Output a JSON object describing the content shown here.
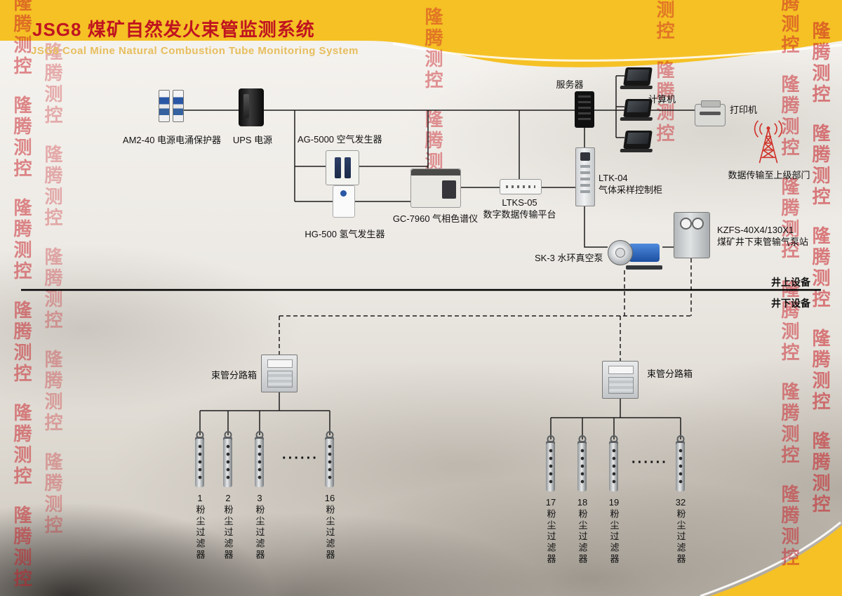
{
  "header": {
    "title": "JSG8 煤矿自然发火束管监测系统",
    "subtitle": "JSG8 Coal Mine Natural Combustion Tube Monitoring System"
  },
  "watermark": {
    "text": "隆腾测控"
  },
  "labels": {
    "surge": "AM2-40 电源电涌保护器",
    "ups": "UPS 电源",
    "air_gen": "AG-5000 空气发生器",
    "h2_gen": "HG-500 氢气发生器",
    "gc": "GC-7960 气相色谱仪",
    "ltks_line1": "LTKS-05",
    "ltks_line2": "数字数据传输平台",
    "server": "服务器",
    "computer": "计算机",
    "printer": "打印机",
    "antenna": "数据传输至上级部门",
    "ltk_line1": "LTK-04",
    "ltk_line2": "气体采样控制柜",
    "kzfs_line1": "KZFS-40X4/130X1",
    "kzfs_line2": "煤矿井下束管输气泵站",
    "sk3": "SK-3 水环真空泵",
    "branch_left": "束管分路箱",
    "branch_right": "束管分路箱",
    "surface": "井上设备",
    "underground": "井下设备",
    "dots": "······"
  },
  "filters": {
    "left": [
      {
        "num": "1",
        "name": "粉尘过滤器"
      },
      {
        "num": "2",
        "name": "粉尘过滤器"
      },
      {
        "num": "3",
        "name": "粉尘过滤器"
      },
      {
        "num": "16",
        "name": "粉尘过滤器"
      }
    ],
    "right": [
      {
        "num": "17",
        "name": "粉尘过滤器"
      },
      {
        "num": "18",
        "name": "粉尘过滤器"
      },
      {
        "num": "19",
        "name": "粉尘过滤器"
      },
      {
        "num": "32",
        "name": "粉尘过滤器"
      }
    ]
  },
  "colors": {
    "accent_yellow": "#F5C125",
    "title_red": "#C01420",
    "watermark_red": "#C91E26"
  }
}
